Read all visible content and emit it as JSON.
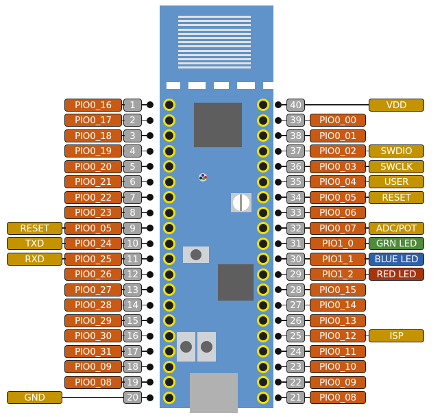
{
  "colors": {
    "board": "#5f93c9",
    "pio": "#c85a14",
    "pin_number": "#a3a3a3",
    "function_default": "#c49300",
    "grn_led": "#4f8b3a",
    "blue_led": "#2f5fa8",
    "red_led": "#a5340f",
    "pad_ring": "#f2e200"
  },
  "left_pins": [
    {
      "num": "1",
      "pio": "PIO0_16",
      "func": null
    },
    {
      "num": "2",
      "pio": "PIO0_17",
      "func": null
    },
    {
      "num": "3",
      "pio": "PIO0_18",
      "func": null
    },
    {
      "num": "4",
      "pio": "PIO0_19",
      "func": null
    },
    {
      "num": "5",
      "pio": "PIO0_20",
      "func": null
    },
    {
      "num": "6",
      "pio": "PIO0_21",
      "func": null
    },
    {
      "num": "7",
      "pio": "PIO0_22",
      "func": null
    },
    {
      "num": "8",
      "pio": "PIO0_23",
      "func": null
    },
    {
      "num": "9",
      "pio": "PIO0_05",
      "func": "RESET"
    },
    {
      "num": "10",
      "pio": "PIO0_24",
      "func": "TXD"
    },
    {
      "num": "11",
      "pio": "PIO0_25",
      "func": "RXD"
    },
    {
      "num": "12",
      "pio": "PIO0_26",
      "func": null
    },
    {
      "num": "13",
      "pio": "PIO0_27",
      "func": null
    },
    {
      "num": "14",
      "pio": "PIO0_28",
      "func": null
    },
    {
      "num": "15",
      "pio": "PIO0_29",
      "func": null
    },
    {
      "num": "16",
      "pio": "PIO0_30",
      "func": null
    },
    {
      "num": "17",
      "pio": "PIO0_31",
      "func": null
    },
    {
      "num": "18",
      "pio": "PIO0_09",
      "func": null
    },
    {
      "num": "19",
      "pio": "PIO0_08",
      "func": null
    },
    {
      "num": "20",
      "pio": null,
      "func": "GND"
    }
  ],
  "right_pins": [
    {
      "num": "40",
      "pio": null,
      "func": "VDD",
      "func_color": "function_default"
    },
    {
      "num": "39",
      "pio": "PIO0_00",
      "func": null
    },
    {
      "num": "38",
      "pio": "PIO0_01",
      "func": null
    },
    {
      "num": "37",
      "pio": "PIO0_02",
      "func": "SWDIO",
      "func_color": "function_default"
    },
    {
      "num": "36",
      "pio": "PIO0_03",
      "func": "SWCLK",
      "func_color": "function_default"
    },
    {
      "num": "35",
      "pio": "PIO0_04",
      "func": "USER",
      "func_color": "function_default"
    },
    {
      "num": "34",
      "pio": "PIO0_05",
      "func": "RESET",
      "func_color": "function_default"
    },
    {
      "num": "33",
      "pio": "PIO0_06",
      "func": null
    },
    {
      "num": "32",
      "pio": "PIO0_07",
      "func": "ADC/POT",
      "func_color": "function_default"
    },
    {
      "num": "31",
      "pio": "PIO1_0",
      "func": "GRN LED",
      "func_color": "grn_led"
    },
    {
      "num": "30",
      "pio": "PIO1_1",
      "func": "BLUE LED",
      "func_color": "blue_led"
    },
    {
      "num": "29",
      "pio": "PIO1_2",
      "func": "RED LED",
      "func_color": "red_led"
    },
    {
      "num": "28",
      "pio": "PIO0_15",
      "func": null
    },
    {
      "num": "27",
      "pio": "PIO0_14",
      "func": null
    },
    {
      "num": "26",
      "pio": "PIO0_13",
      "func": null
    },
    {
      "num": "25",
      "pio": "PIO0_12",
      "func": "ISP",
      "func_color": "function_default"
    },
    {
      "num": "24",
      "pio": "PIO0_11",
      "func": null
    },
    {
      "num": "23",
      "pio": "PIO0_10",
      "func": null
    },
    {
      "num": "22",
      "pio": "PIO0_09",
      "func": null
    },
    {
      "num": "21",
      "pio": "PIO0_08",
      "func": null
    }
  ]
}
